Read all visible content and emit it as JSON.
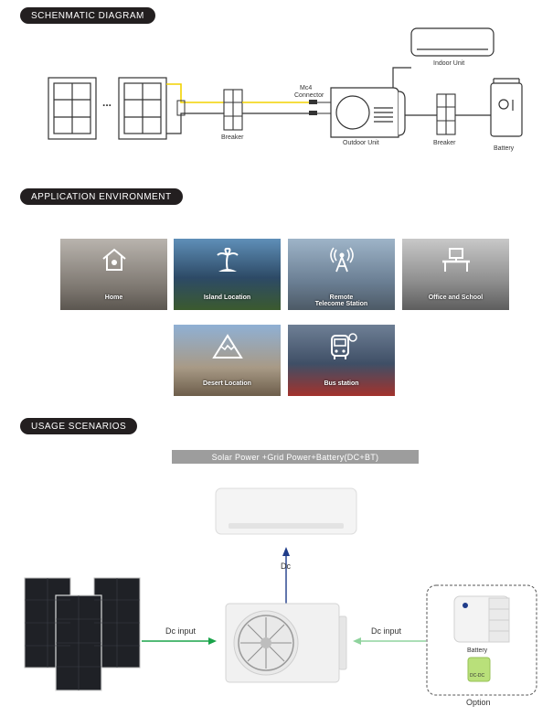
{
  "sections": {
    "schematic": "SCHENMATIC DIAGRAM",
    "application": "APPLICATION ENVIRONMENT",
    "usage": "USAGE SCENARIOS"
  },
  "schematic": {
    "indoor_unit": "Indoor Unit",
    "connector_line1": "Mc4",
    "connector_line2": "Connector",
    "breaker_left": "Breaker",
    "outdoor_unit": "Outdoor Unit",
    "breaker_right": "Breaker",
    "battery": "Battery",
    "ellipsis": "..."
  },
  "applications": [
    {
      "label": "Home",
      "sub": "",
      "icon": "home-icon"
    },
    {
      "label": "Island Location",
      "sub": "",
      "icon": "palm-tree-icon"
    },
    {
      "label": "Remote",
      "sub": "Telecome Station",
      "icon": "antenna-icon"
    },
    {
      "label": "Office and School",
      "sub": "",
      "icon": "desk-icon"
    },
    {
      "label": "Desert Location",
      "sub": "",
      "icon": "mountain-icon"
    },
    {
      "label": "Bus station",
      "sub": "",
      "icon": "bus-icon"
    }
  ],
  "usage": {
    "banner": "Solar Power +Grid Power+Battery(DC+BT)",
    "dc_up": "Dc",
    "dc_input_left": "Dc input",
    "dc_input_right": "Dc input",
    "battery": "Battery",
    "converter": "DC-DC",
    "option": "Option"
  },
  "colors": {
    "pill_bg": "#231f20",
    "wire_yellow": "#f2d200",
    "arrow_blue": "#1f3c8a",
    "arrow_green": "#1aa34a",
    "arrow_light_green": "#8fd39d",
    "converter_green": "#b9e07a"
  }
}
